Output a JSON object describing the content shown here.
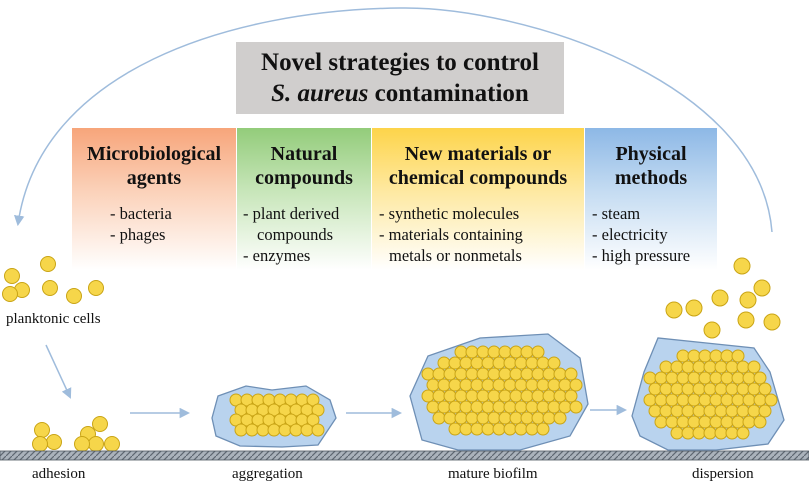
{
  "title": {
    "line1": "Novel strategies to control",
    "line2_species": "S. aureus",
    "line2_rest": " contamination"
  },
  "strategies": [
    {
      "title_lines": [
        "Microbiological",
        "agents"
      ],
      "color": "#f7a57a",
      "items": [
        "- bacteria",
        "- phages"
      ]
    },
    {
      "title_lines": [
        "Natural",
        "compounds"
      ],
      "color": "#93cc7a",
      "items": [
        "- plant derived",
        "compounds",
        "- enzymes"
      ]
    },
    {
      "title_lines": [
        "New materials or",
        "chemical compounds"
      ],
      "color": "#fdd44a",
      "items": [
        "- synthetic molecules",
        "- materials containing",
        "metals or nonmetals"
      ]
    },
    {
      "title_lines": [
        "Physical",
        "methods"
      ],
      "color": "#8db8e6",
      "items": [
        "- steam",
        "- electricity",
        "- high pressure"
      ]
    }
  ],
  "stages": {
    "planktonic": "planktonic cells",
    "adhesion": "adhesion",
    "aggregation": "aggregation",
    "mature": "mature biofilm",
    "dispersion": "dispersion"
  },
  "colors": {
    "cell_fill": "#f6d64a",
    "cell_stroke": "#c9a415",
    "matrix_fill": "#b9d3ee",
    "matrix_stroke": "#6e8fb5",
    "arrow": "#9fbcdc",
    "title_box": "#d0cecd",
    "surface": "#8b939c"
  }
}
